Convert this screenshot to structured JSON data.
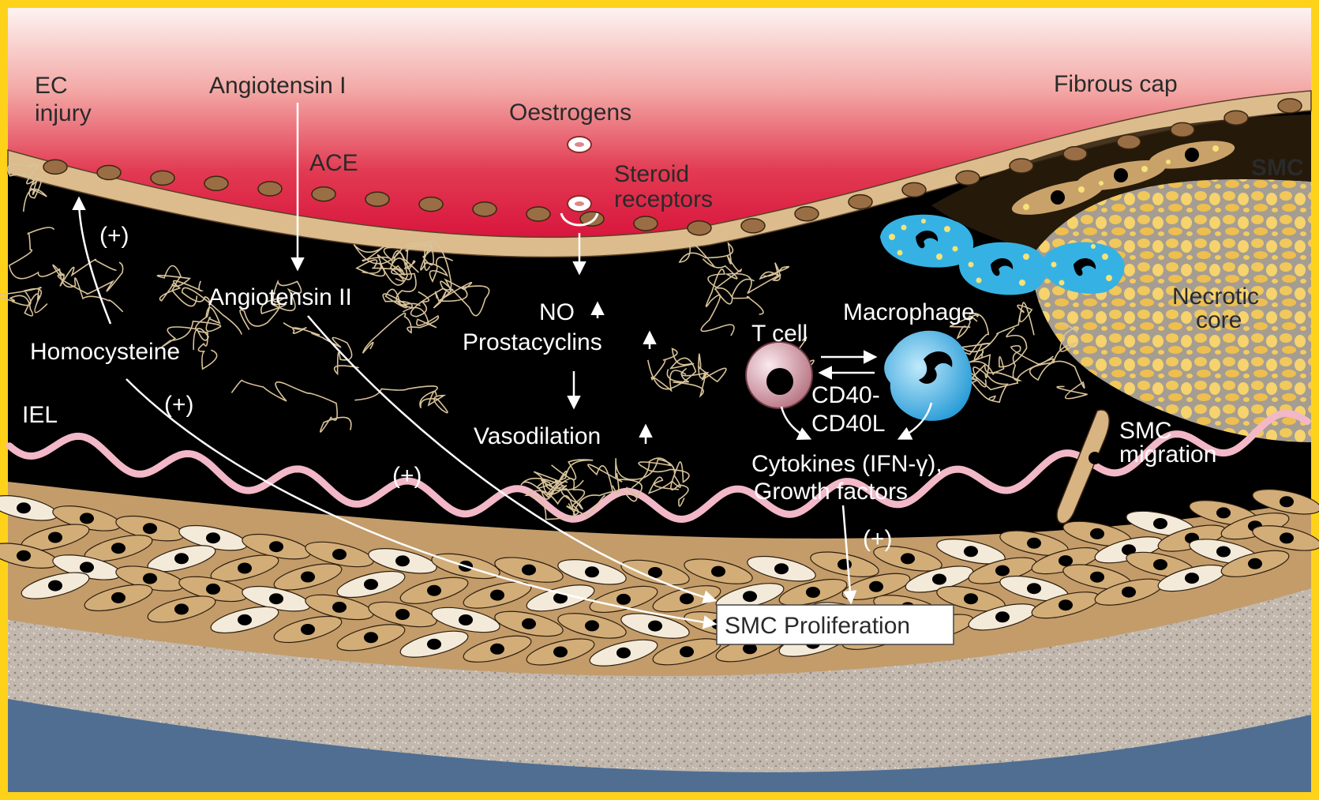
{
  "colors": {
    "frame": "#ffd21a",
    "lumen_top": "#fbe9e9",
    "lumen_red": "#e02646",
    "endothelium": "#d9b98b",
    "nucleus": "#9a6e44",
    "intima": "#000000",
    "fiber": "#d8c39a",
    "iel": "#f2b8c7",
    "media": "#c09a68",
    "adventitia": "#b9b0a8",
    "outer": "#4f6e92",
    "macrophage": "#3fb4e0",
    "lipid": "#f4d764",
    "necrotic": "#f0c65a",
    "tcell": "#d89aa6"
  },
  "labels": {
    "ec_injury_1": "EC",
    "ec_injury_2": "injury",
    "angiotensin_1": "Angiotensin I",
    "ace": "ACE",
    "oestrogens": "Oestrogens",
    "steroid_receptors_1": "Steroid",
    "steroid_receptors_2": "receptors",
    "fibrous_cap": "Fibrous cap",
    "smc_top": "SMC",
    "plus_1": "(+)",
    "angiotensin_2": "Angiotensin II",
    "no": "NO",
    "prostacyclins": "Prostacyclins",
    "macrophage": "Macrophage",
    "necrotic_core_1": "Necrotic",
    "necrotic_core_2": "core",
    "t_cell": "T cell",
    "homocysteine": "Homocysteine",
    "cd40_1": "CD40-",
    "cd40_2": "CD40L",
    "iel": "IEL",
    "plus_2": "(+)",
    "vasodilation": "Vasodilation",
    "smc_migration_1": "SMC",
    "smc_migration_2": "migration",
    "cytokines": "Cytokines (IFN-γ),",
    "growth_factors": "Growth factors",
    "plus_3": "(+)",
    "plus_4": "(+)",
    "smc_proliferation": "SMC Proliferation"
  }
}
